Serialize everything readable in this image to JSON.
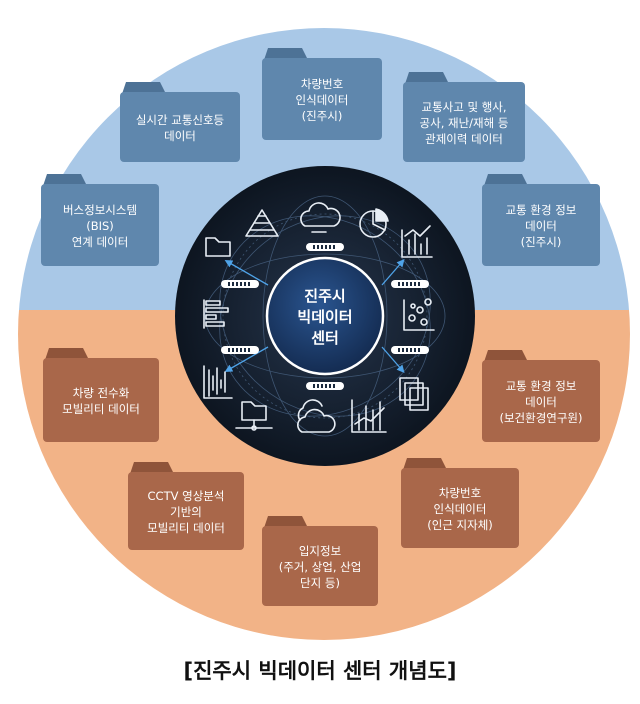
{
  "center": {
    "lines": [
      "진주시",
      "빅데이터",
      "센터"
    ]
  },
  "folders_top": [
    {
      "lines": [
        "실시간 교통신호등",
        "데이터"
      ]
    },
    {
      "lines": [
        "차량번호",
        "인식데이터",
        "(진주시)"
      ]
    },
    {
      "lines": [
        "교통사고 및 행사,",
        "공사, 재난/재해 등",
        "관제이력 데이터"
      ]
    },
    {
      "lines": [
        "버스정보시스템",
        "(BIS)",
        "연계 데이터"
      ]
    },
    {
      "lines": [
        "교통 환경 정보",
        "데이터",
        "(진주시)"
      ]
    }
  ],
  "folders_bottom": [
    {
      "lines": [
        "차량 전수화",
        "모빌리티 데이터"
      ]
    },
    {
      "lines": [
        "교통 환경 정보",
        "데이터",
        "(보건환경연구원)"
      ]
    },
    {
      "lines": [
        "CCTV 영상분석",
        "기반의",
        "모빌리티 데이터"
      ]
    },
    {
      "lines": [
        "차량번호",
        "인식데이터",
        "(인근 지자체)"
      ]
    },
    {
      "lines": [
        "입지정보",
        "(주거, 상업, 산업",
        "단지 등)"
      ]
    }
  ],
  "caption": "[진주시 빅데이터 센터 개념도]",
  "icons": [
    "pyramid-chart-icon",
    "cloud-icon",
    "pie-chart-icon",
    "folder-icon",
    "bar-chart-icon",
    "horizontal-bar-chart-icon",
    "scatter-plot-icon",
    "waveform-chart-icon",
    "stacked-files-icon",
    "network-folder-icon",
    "cloud-stack-icon",
    "line-chart-icon",
    "server-icon"
  ],
  "colors": {
    "top_half": "#a9c8e7",
    "bottom_half": "#f2b387",
    "top_folder": "#5f87ad",
    "bottom_folder": "#a9674a",
    "inner_disc": "#151f2e",
    "hub": "#1d3b66"
  }
}
